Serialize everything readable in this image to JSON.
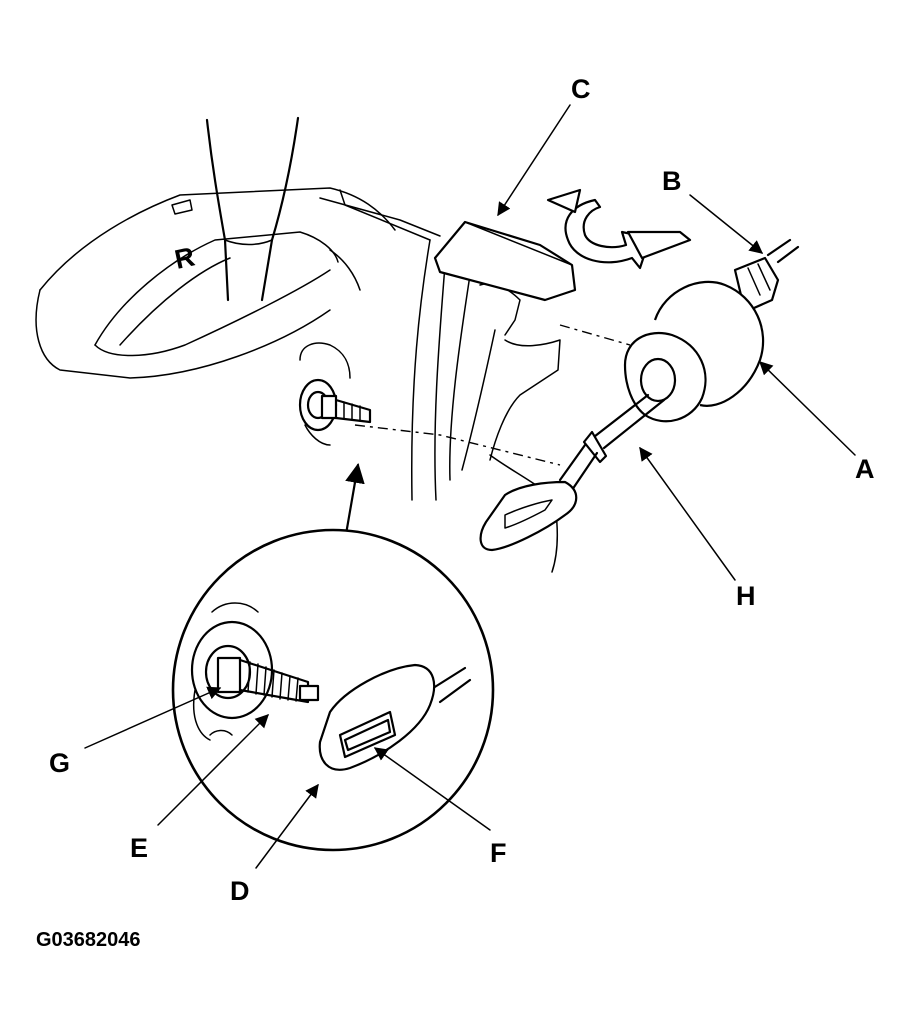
{
  "labels": {
    "A": "A",
    "B": "B",
    "C": "C",
    "D": "D",
    "E": "E",
    "F": "F",
    "G": "G",
    "H": "H",
    "R": "R"
  },
  "figure_code": "G03682046"
}
